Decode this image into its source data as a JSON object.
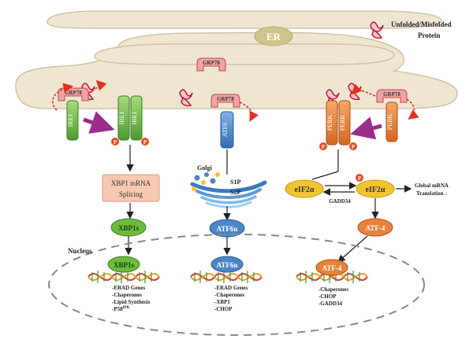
{
  "organelle": {
    "er": "ER",
    "golgi": "Golgi",
    "nucleus": "Nucleus"
  },
  "legend": {
    "line1": "Unfolded/Misfolded",
    "line2": "Protein"
  },
  "sensors": {
    "grp78": "GRP78",
    "ire1": "IRE1",
    "atf6": "ATF6",
    "perk": "PERK",
    "phospho": "P"
  },
  "ire1_branch": {
    "splicing_line1": "XBP1 mRNA",
    "splicing_line2": "Splicing",
    "xbp1s": "XBP1s",
    "targets": [
      "-ERAD Genes",
      "-Chaperones",
      "-Lipid Synthesis",
      "-P58"
    ],
    "p58_superscript": "IPK"
  },
  "atf6_branch": {
    "s1p": "S1P",
    "s2p": "S2P",
    "atf6n": "ATF6n",
    "targets": [
      "-ERAD Genes",
      "-Chaperones",
      "-XBP1",
      "-CHOP"
    ]
  },
  "perk_branch": {
    "eif2a": "eIF2α",
    "gadd34": "GADD34",
    "translation_line1": "Global mRNA",
    "translation_line2": "Translation ↓",
    "atf4": "ATF-4",
    "targets": [
      "-Chaperones",
      "-CHOP",
      "-GADD34"
    ]
  },
  "colors": {
    "er_fill": "#efe6d2",
    "er_stroke": "#cfc2a8",
    "er_label_fill": "#cfc58a",
    "ire1_green": "#7dbf5a",
    "atf6_blue": "#4a86c8",
    "perk_orange": "#e8823a",
    "xbp1s_green": "#6cbb3c",
    "eif2a_yellow": "#f4c430",
    "phospho": "#e64b1e",
    "arrow_purple": "#9a2d8c",
    "dna_red": "#d83a2a",
    "dna_orange": "#f0a020",
    "dna_green": "#3a9a3a",
    "dashed_red": "#e03020"
  }
}
